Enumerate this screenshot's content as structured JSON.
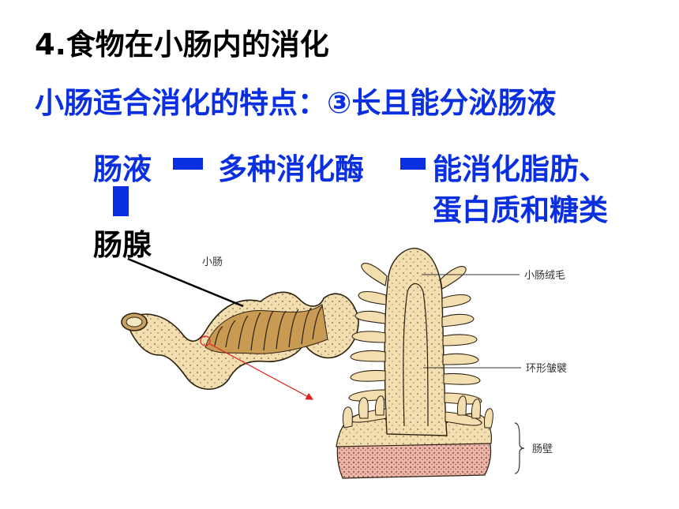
{
  "title": "4.食物在小肠内的消化",
  "subtitle": "小肠适合消化的特点：③长且能分泌肠液",
  "flow": {
    "intestinal_juice": "肠液",
    "enzymes": "多种消化酶",
    "function_line1": "能消化脂肪、",
    "function_line2": "蛋白质和糖类",
    "gland": "肠腺"
  },
  "diagram_labels": {
    "small_intestine": "小肠",
    "villi": "小肠绒毛",
    "circular_folds": "环形皱襞",
    "intestinal_wall": "肠壁"
  },
  "colors": {
    "accent_blue": "#0a2fe0",
    "tissue": "#f3deb0",
    "wall_pink": "#eab4a8",
    "arrow_red": "#e02020"
  }
}
